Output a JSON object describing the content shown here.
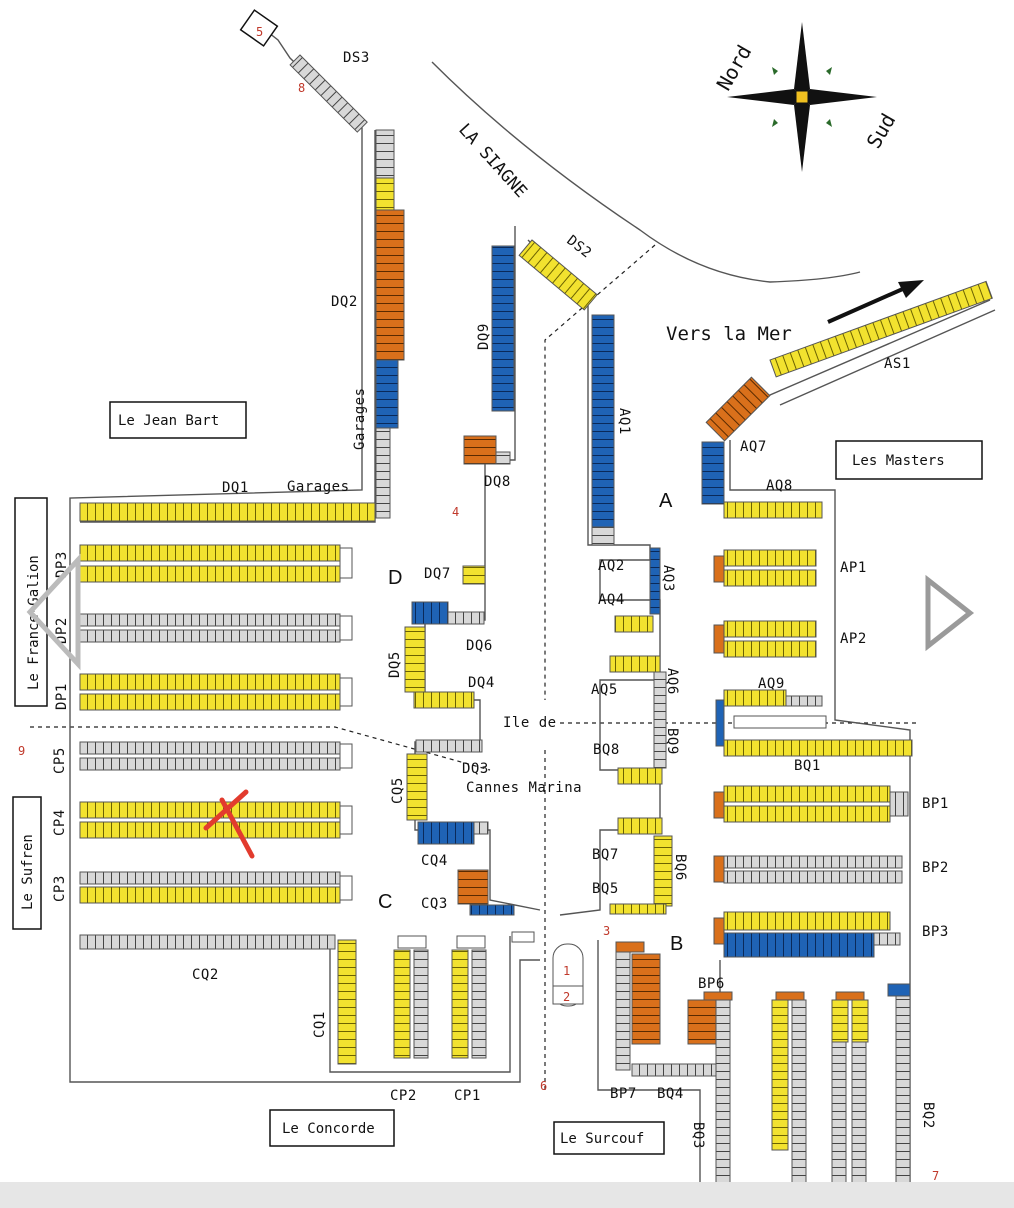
{
  "colors": {
    "yellow": "#f2e22f",
    "orange": "#d9701b",
    "blue": "#1f63b5",
    "grey": "#bcbcbc",
    "number": "#c0392b"
  },
  "compass": {
    "north": "Nord",
    "south": "Sud"
  },
  "river": "LA SIAGNE",
  "sea_direction": "Vers la Mer",
  "zones": {
    "a": "A",
    "b": "B",
    "c": "C",
    "d": "D"
  },
  "center": {
    "line1": "Ile de",
    "line2": "Cannes Marina"
  },
  "buildings": {
    "jean_bart": "Le Jean Bart",
    "masters": "Les Masters",
    "france_galion": "Le France-Galion",
    "sufren": "Le Sufren",
    "concorde": "Le Concorde",
    "surcouf": "Le Surcouf"
  },
  "garages": {
    "vertical": "Garages",
    "horizontal": "Garages"
  },
  "numbers": {
    "n1": "1",
    "n2": "2",
    "n3": "3",
    "n4": "4",
    "n5": "5",
    "n6": "6",
    "n7": "7",
    "n8": "8",
    "n9": "9"
  },
  "labels": {
    "DS3": "DS3",
    "DS2": "DS2",
    "DQ2": "DQ2",
    "DQ9": "DQ9",
    "DQ8": "DQ8",
    "DQ1": "DQ1",
    "DQ7": "DQ7",
    "DQ6": "DQ6",
    "DQ5": "DQ5",
    "DQ4": "DQ4",
    "DQ3": "DQ3",
    "DP3": "DP3",
    "DP2": "DP2",
    "DP1": "DP1",
    "AQ1": "AQ1",
    "AQ2": "AQ2",
    "AQ3": "AQ3",
    "AQ4": "AQ4",
    "AQ5": "AQ5",
    "AQ6": "AQ6",
    "AQ7": "AQ7",
    "AQ8": "AQ8",
    "AQ9": "AQ9",
    "AS1": "AS1",
    "AP1": "AP1",
    "AP2": "AP2",
    "BQ1": "BQ1",
    "BQ2": "BQ2",
    "BQ3": "BQ3",
    "BQ4": "BQ4",
    "BQ5": "BQ5",
    "BQ6": "BQ6",
    "BQ7": "BQ7",
    "BQ8": "BQ8",
    "BQ9": "BQ9",
    "BP1": "BP1",
    "BP2": "BP2",
    "BP3": "BP3",
    "BP6": "BP6",
    "BP7": "BP7",
    "CP5": "CP5",
    "CP4": "CP4",
    "CP3": "CP3",
    "CP2": "CP2",
    "CP1": "CP1",
    "CQ5": "CQ5",
    "CQ4": "CQ4",
    "CQ3": "CQ3",
    "CQ2": "CQ2",
    "CQ1": "CQ1"
  }
}
